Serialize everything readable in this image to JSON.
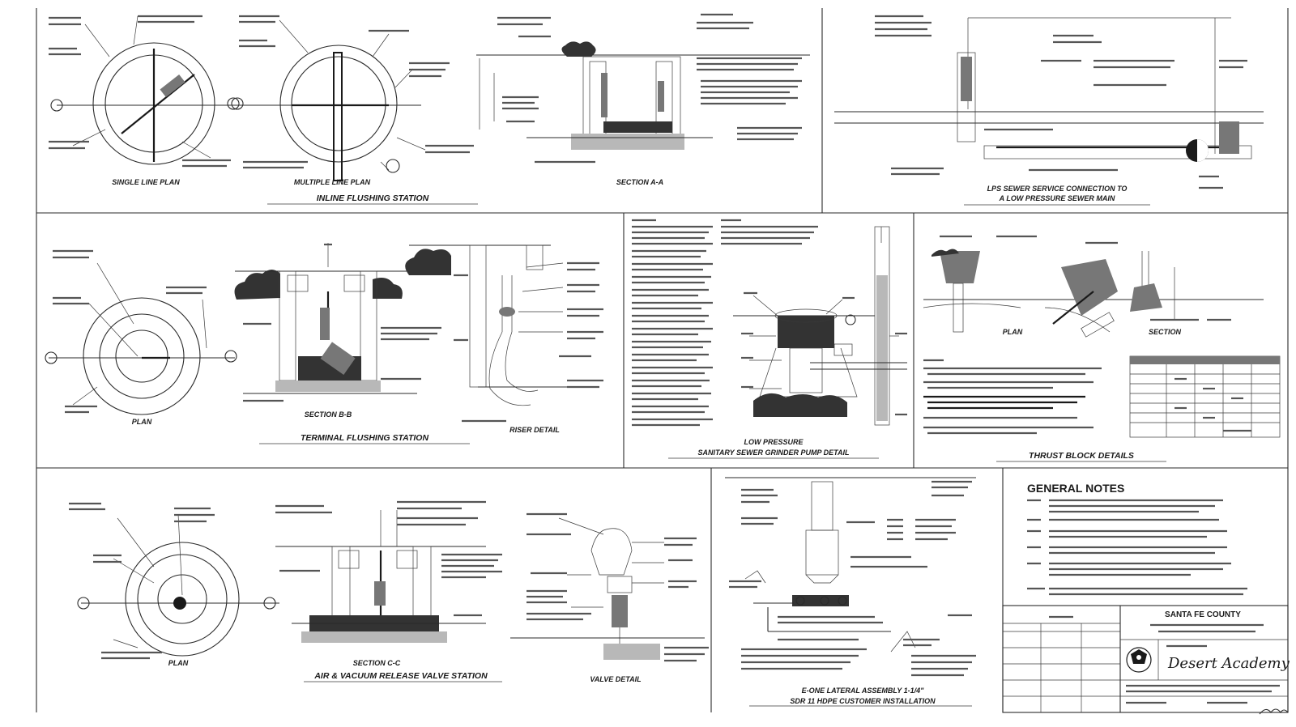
{
  "sheet": {
    "details": [
      {
        "id": "inline-flushing",
        "title": "INLINE FLUSHING STATION",
        "views": [
          "SINGLE LINE PLAN",
          "MULTIPLE LINE PLAN"
        ]
      },
      {
        "id": "section-a",
        "title": "SECTION A-A"
      },
      {
        "id": "lps-service",
        "title_line1": "LPS SEWER SERVICE CONNECTION TO",
        "title_line2": "A LOW PRESSURE SEWER MAIN"
      },
      {
        "id": "terminal-flushing",
        "title": "TERMINAL FLUSHING STATION",
        "views": [
          "PLAN",
          "SECTION B-B",
          "RISER DETAIL"
        ]
      },
      {
        "id": "pump-detail",
        "title_line1": "LOW PRESSURE",
        "title_line2": "SANITARY SEWER GRINDER PUMP DETAIL"
      },
      {
        "id": "thrust-block",
        "title": "THRUST BLOCK DETAILS",
        "views": [
          "PLAN",
          "SECTION"
        ]
      },
      {
        "id": "air-vacuum",
        "title": "AIR & VACUUM RELEASE VALVE STATION",
        "views": [
          "PLAN",
          "SECTION C-C",
          "VALVE DETAIL"
        ]
      },
      {
        "id": "lateral",
        "title_line1": "E-ONE LATERAL ASSEMBLY 1-1/4\"",
        "title_line2": "SDR 11 HDPE CUSTOMER INSTALLATION"
      }
    ],
    "general_notes": {
      "title": "GENERAL NOTES"
    },
    "title_block": {
      "county": "SANTA FE COUNTY",
      "logo_text": "Desert Academy"
    }
  }
}
